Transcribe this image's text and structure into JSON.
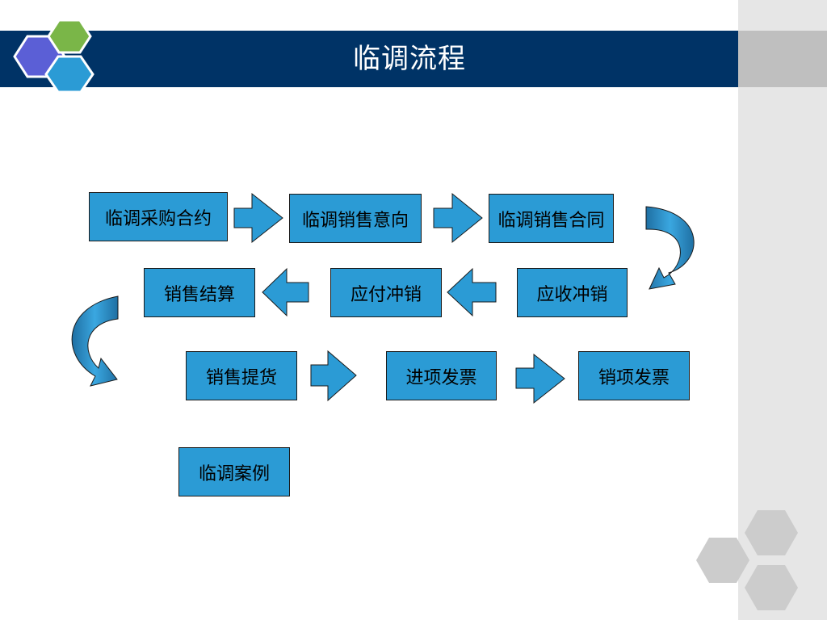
{
  "title": "临调流程",
  "colors": {
    "header_bar": "#003366",
    "box_fill": "#2b9bd5",
    "arrow_fill": "#2b9bd5",
    "sidebar": "#e6e6e6",
    "hex_purple": "#5b5fd6",
    "hex_green": "#7ab648",
    "hex_blue": "#2b9bd5",
    "hex_gray": "#cccccc"
  },
  "flow": {
    "row1": [
      "临调采购合约",
      "临调销售意向",
      "临调销售合同"
    ],
    "row2": [
      "销售结算",
      "应付冲销",
      "应收冲销"
    ],
    "row3": [
      "销售提货",
      "进项发票",
      "销项发票"
    ],
    "case_box": "临调案例"
  }
}
